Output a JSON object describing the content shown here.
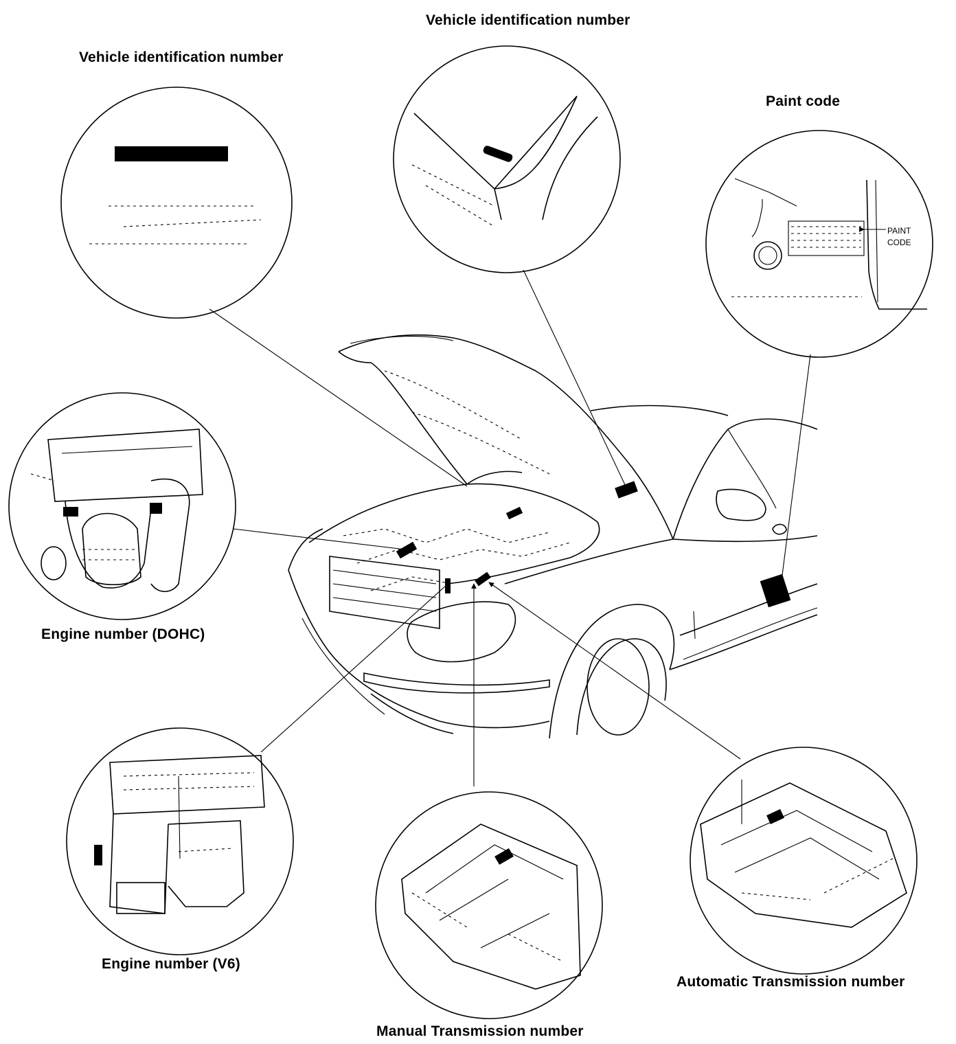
{
  "labels": {
    "vin_top": "Vehicle identification number",
    "vin_left": "Vehicle identification number",
    "paint_code": "Paint code",
    "engine_dohc": "Engine number (DOHC)",
    "engine_v6": "Engine number (V6)",
    "manual_trans": "Manual Transmission number",
    "auto_trans": "Automatic Transmission number"
  },
  "callouts": {
    "paint_code_line1": "PAINT",
    "paint_code_line2": "CODE"
  }
}
